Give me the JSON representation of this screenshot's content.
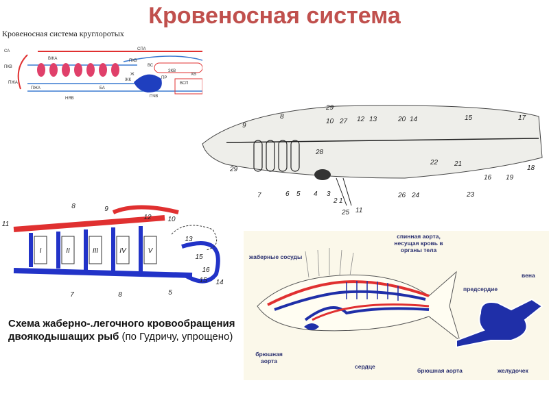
{
  "slide": {
    "title": "Кровеносная система"
  },
  "lamprey": {
    "caption": "Кровеносная система круглоротых",
    "labels": [
      "СА",
      "СПА",
      "ПКВ",
      "ПЖА",
      "ВЖА",
      "ПКВ",
      "ВС",
      "ЗКВ",
      "ХВ",
      "Ж",
      "ПР",
      "ЖК",
      "ПЖА",
      "БА",
      "ПЧВ",
      "ВСП",
      "НЯВ"
    ]
  },
  "shark": {
    "numbers": [
      "29",
      "9",
      "8",
      "10",
      "27",
      "12",
      "13",
      "20",
      "14",
      "15",
      "17",
      "28",
      "22",
      "21",
      "29",
      "7",
      "6",
      "5",
      "4",
      "3",
      "2",
      "1",
      "25",
      "11",
      "26",
      "24",
      "23",
      "16",
      "19",
      "18"
    ]
  },
  "lungfish": {
    "numbers": [
      "11",
      "8",
      "9",
      "12",
      "10",
      "13",
      "15",
      "16",
      "14",
      "15",
      "5",
      "7",
      "8"
    ],
    "arches": [
      "I",
      "II",
      "III",
      "IV",
      "V"
    ]
  },
  "bony_fish": {
    "labels": {
      "gill_vessels": "жаберные сосуды",
      "dorsal_aorta": "спинная аорта, несущая кровь в органы тела",
      "ventral_aorta": "брюшная аорта",
      "heart": "сердце",
      "atrium": "предсердие",
      "vein": "вена",
      "ventral_aorta_heart": "брюшная аорта",
      "ventricle": "желудочек"
    }
  },
  "caption": {
    "bold": "Схема жаберно-.легочного кровообращения двоякодышащих рыб",
    "normal": " (по Гудричу, упрощено)"
  },
  "colors": {
    "title": "#c0504d",
    "artery": "#e03030",
    "vein": "#1f3fbf"
  }
}
